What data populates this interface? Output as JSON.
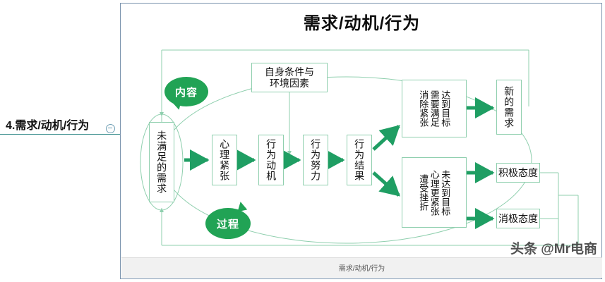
{
  "mindmap": {
    "node_label": "4.需求/动机/行为",
    "collapse_icon": "collapse-minus-icon"
  },
  "slide": {
    "title": "需求/动机/行为",
    "footer_text": "需求/动机/行为",
    "watermark": "头条 @Mr电商"
  },
  "diagram": {
    "bubbles": [
      {
        "label": "内容"
      },
      {
        "label": "过程"
      }
    ],
    "boxes": {
      "unmet_need": "未满足的需求",
      "factors": "自身条件与\n环境因素",
      "factors_line1": "自身条件与",
      "factors_line2": "环境因素",
      "psych_tension": "心理紧张",
      "behavior_motive": "行为动机",
      "behavior_effort": "行为努力",
      "behavior_result": "行为结果",
      "success_col1": "达到目标",
      "success_col2": "需要满足",
      "success_col3": "消除紧张",
      "fail_col1": "未达到目标",
      "fail_col2": "心理更紧张",
      "fail_col3": "遭受挫折",
      "new_need": "新的需求",
      "positive_attitude": "积极态度",
      "negative_attitude": "消极态度"
    }
  },
  "colors": {
    "accent_green": "#21a355",
    "arrow_green": "#1f9e63",
    "line_green": "#8fcfae",
    "panel_border": "#7a93ad",
    "title_black": "#0d0d0d"
  }
}
